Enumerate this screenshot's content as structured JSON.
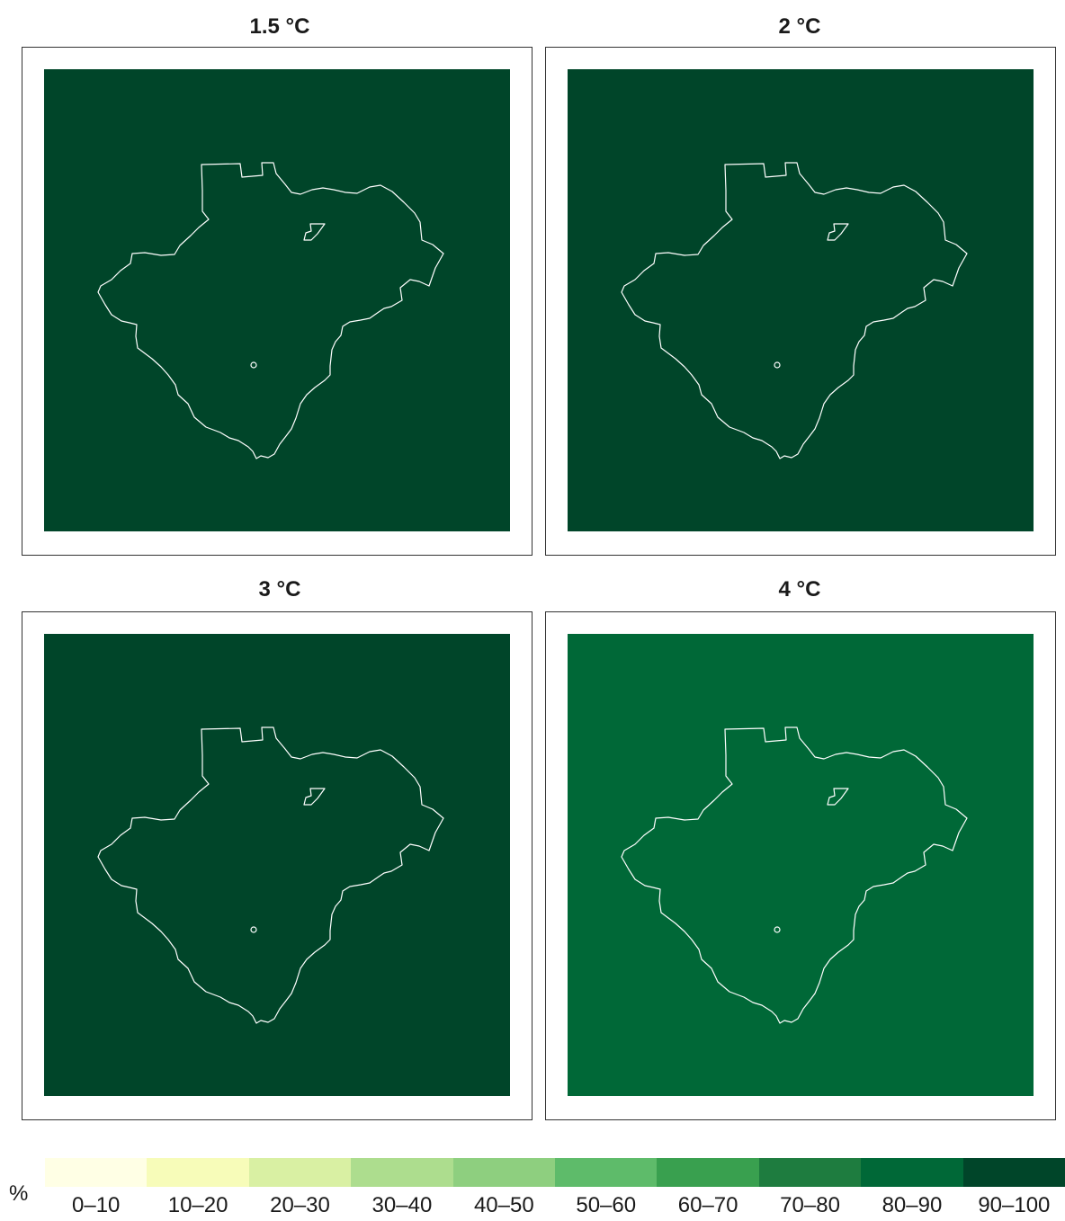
{
  "panels": [
    {
      "title": "1.5 °C",
      "class_label": "90–100",
      "fill": "#004529"
    },
    {
      "title": "2 °C",
      "class_label": "90–100",
      "fill": "#004529"
    },
    {
      "title": "3 °C",
      "class_label": "90–100",
      "fill": "#004529"
    },
    {
      "title": "4 °C",
      "class_label": "80–90",
      "fill": "#006837"
    }
  ],
  "legend": {
    "unit": "%",
    "classes": [
      {
        "label": "0–10",
        "color": "#ffffe5"
      },
      {
        "label": "10–20",
        "color": "#f7fcb9"
      },
      {
        "label": "20–30",
        "color": "#d9f0a3"
      },
      {
        "label": "30–40",
        "color": "#addd8e"
      },
      {
        "label": "40–50",
        "color": "#8ecf7f"
      },
      {
        "label": "50–60",
        "color": "#5ebb6a"
      },
      {
        "label": "60–70",
        "color": "#39a04f"
      },
      {
        "label": "70–80",
        "color": "#1e7c3f"
      },
      {
        "label": "80–90",
        "color": "#006837"
      },
      {
        "label": "90–100",
        "color": "#004529"
      }
    ]
  },
  "boundary_color": "#ffffff"
}
